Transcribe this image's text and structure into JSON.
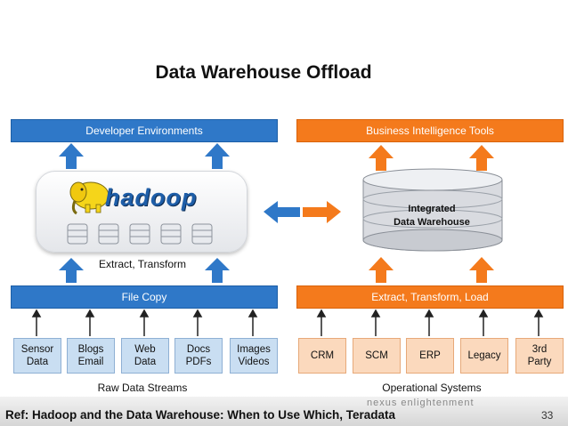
{
  "title": "Data Warehouse Offload",
  "left": {
    "top_bar": "Developer Environments",
    "hadoop_logo_text": "hadoop",
    "cloud_caption": "Extract, Transform",
    "file_bar": "File Copy",
    "sources": [
      {
        "line1": "Sensor",
        "line2": "Data"
      },
      {
        "line1": "Blogs",
        "line2": "Email"
      },
      {
        "line1": "Web",
        "line2": "Data"
      },
      {
        "line1": "Docs",
        "line2": "PDFs"
      },
      {
        "line1": "Images",
        "line2": "Videos"
      }
    ],
    "caption": "Raw Data Streams"
  },
  "right": {
    "top_bar": "Business Intelligence Tools",
    "db_line1": "Integrated",
    "db_line2": "Data Warehouse",
    "etl_bar": "Extract, Transform, Load",
    "systems": [
      {
        "line1": "CRM",
        "line2": ""
      },
      {
        "line1": "SCM",
        "line2": ""
      },
      {
        "line1": "ERP",
        "line2": ""
      },
      {
        "line1": "Legacy",
        "line2": ""
      },
      {
        "line1": "3rd",
        "line2": "Party"
      }
    ],
    "caption": "Operational Systems"
  },
  "footer": {
    "reference": "Ref: Hadoop and the Data Warehouse: When to Use Which, Teradata",
    "watermark": "nexus enlightenment",
    "page_number": "33"
  },
  "colors": {
    "blue": "#2f78c8",
    "orange": "#f47a1c",
    "light_blue": "#c9def2",
    "light_orange": "#fbd9bd",
    "hadoop_yellow": "#f5d51a"
  }
}
